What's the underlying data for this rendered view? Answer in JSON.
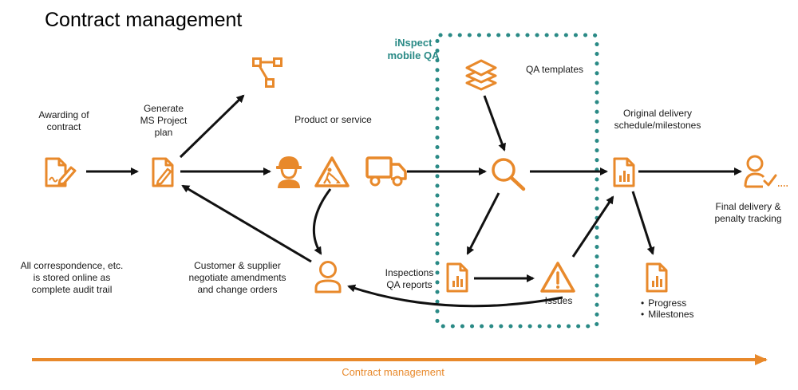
{
  "title": "Contract management",
  "colors": {
    "accent": "#e8892b",
    "teal": "#2a8a86",
    "arrow": "#111111"
  },
  "inspect_box": {
    "label": "iNspect\nmobile QA"
  },
  "nodes": {
    "awarding": {
      "icon": "signed-contract-icon",
      "label": "Awarding of\ncontract"
    },
    "plan": {
      "icon": "edit-document-icon",
      "label": "Generate\nMS Project\nplan"
    },
    "network": {
      "icon": "node-network-icon"
    },
    "product": {
      "label": "Product or service"
    },
    "worker": {
      "icon": "construction-worker-icon"
    },
    "roadwork": {
      "icon": "road-work-sign-icon"
    },
    "truck": {
      "icon": "delivery-truck-icon"
    },
    "templates": {
      "icon": "layers-stack-icon",
      "label": "QA templates"
    },
    "search": {
      "icon": "magnifier-icon"
    },
    "schedule": {
      "icon": "report-chart-icon",
      "label": "Original delivery\nschedule/milestones"
    },
    "final": {
      "icon": "user-check-icon",
      "label": "Final delivery &\npenalty tracking"
    },
    "negotiate": {
      "icon": "user-icon",
      "label": "Customer & supplier\nnegotiate amendments\nand change orders"
    },
    "reports": {
      "icon": "report-chart-icon",
      "label": "Inspections\nQA reports"
    },
    "issues": {
      "icon": "warning-icon",
      "label": "Issues"
    },
    "progress": {
      "icon": "report-chart-icon",
      "bullets": [
        "Progress",
        "Milestones"
      ]
    }
  },
  "audit_note": "All correspondence, etc.\nis stored online as\ncomplete audit trail",
  "timeline": {
    "label": "Contract management"
  }
}
